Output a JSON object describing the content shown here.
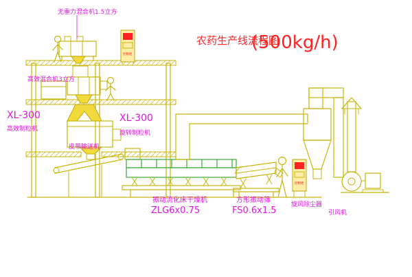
{
  "title": {
    "text": "农药生产线流程图",
    "capacity": "(500kg/h)"
  },
  "labels": {
    "top_mixer": "无重力混合机1.5立方",
    "mid_mixer": "高效混合机3立方",
    "granulator_left_model": "XL-300",
    "granulator_left_name": "高效制粒机",
    "granulator_model": "XL-300",
    "granulator_name": "旋转制粒机",
    "belt_conveyor": "皮带输送机",
    "dryer_name": "振动流化床干燥机",
    "dryer_model": "ZLG6x0.75",
    "screen_name": "方形振动筛",
    "screen_model": "FS0.6x1.5",
    "cyclone": "旋风除尘器",
    "fan": "引风机",
    "cabinet": "控制柜"
  },
  "colors": {
    "equipment_yellow": "#c9b50b",
    "equipment_green": "#3aa83a",
    "label_magenta": "#e014e0",
    "title_red": "#ff2222",
    "cabinet_fill": "#fceea6"
  }
}
